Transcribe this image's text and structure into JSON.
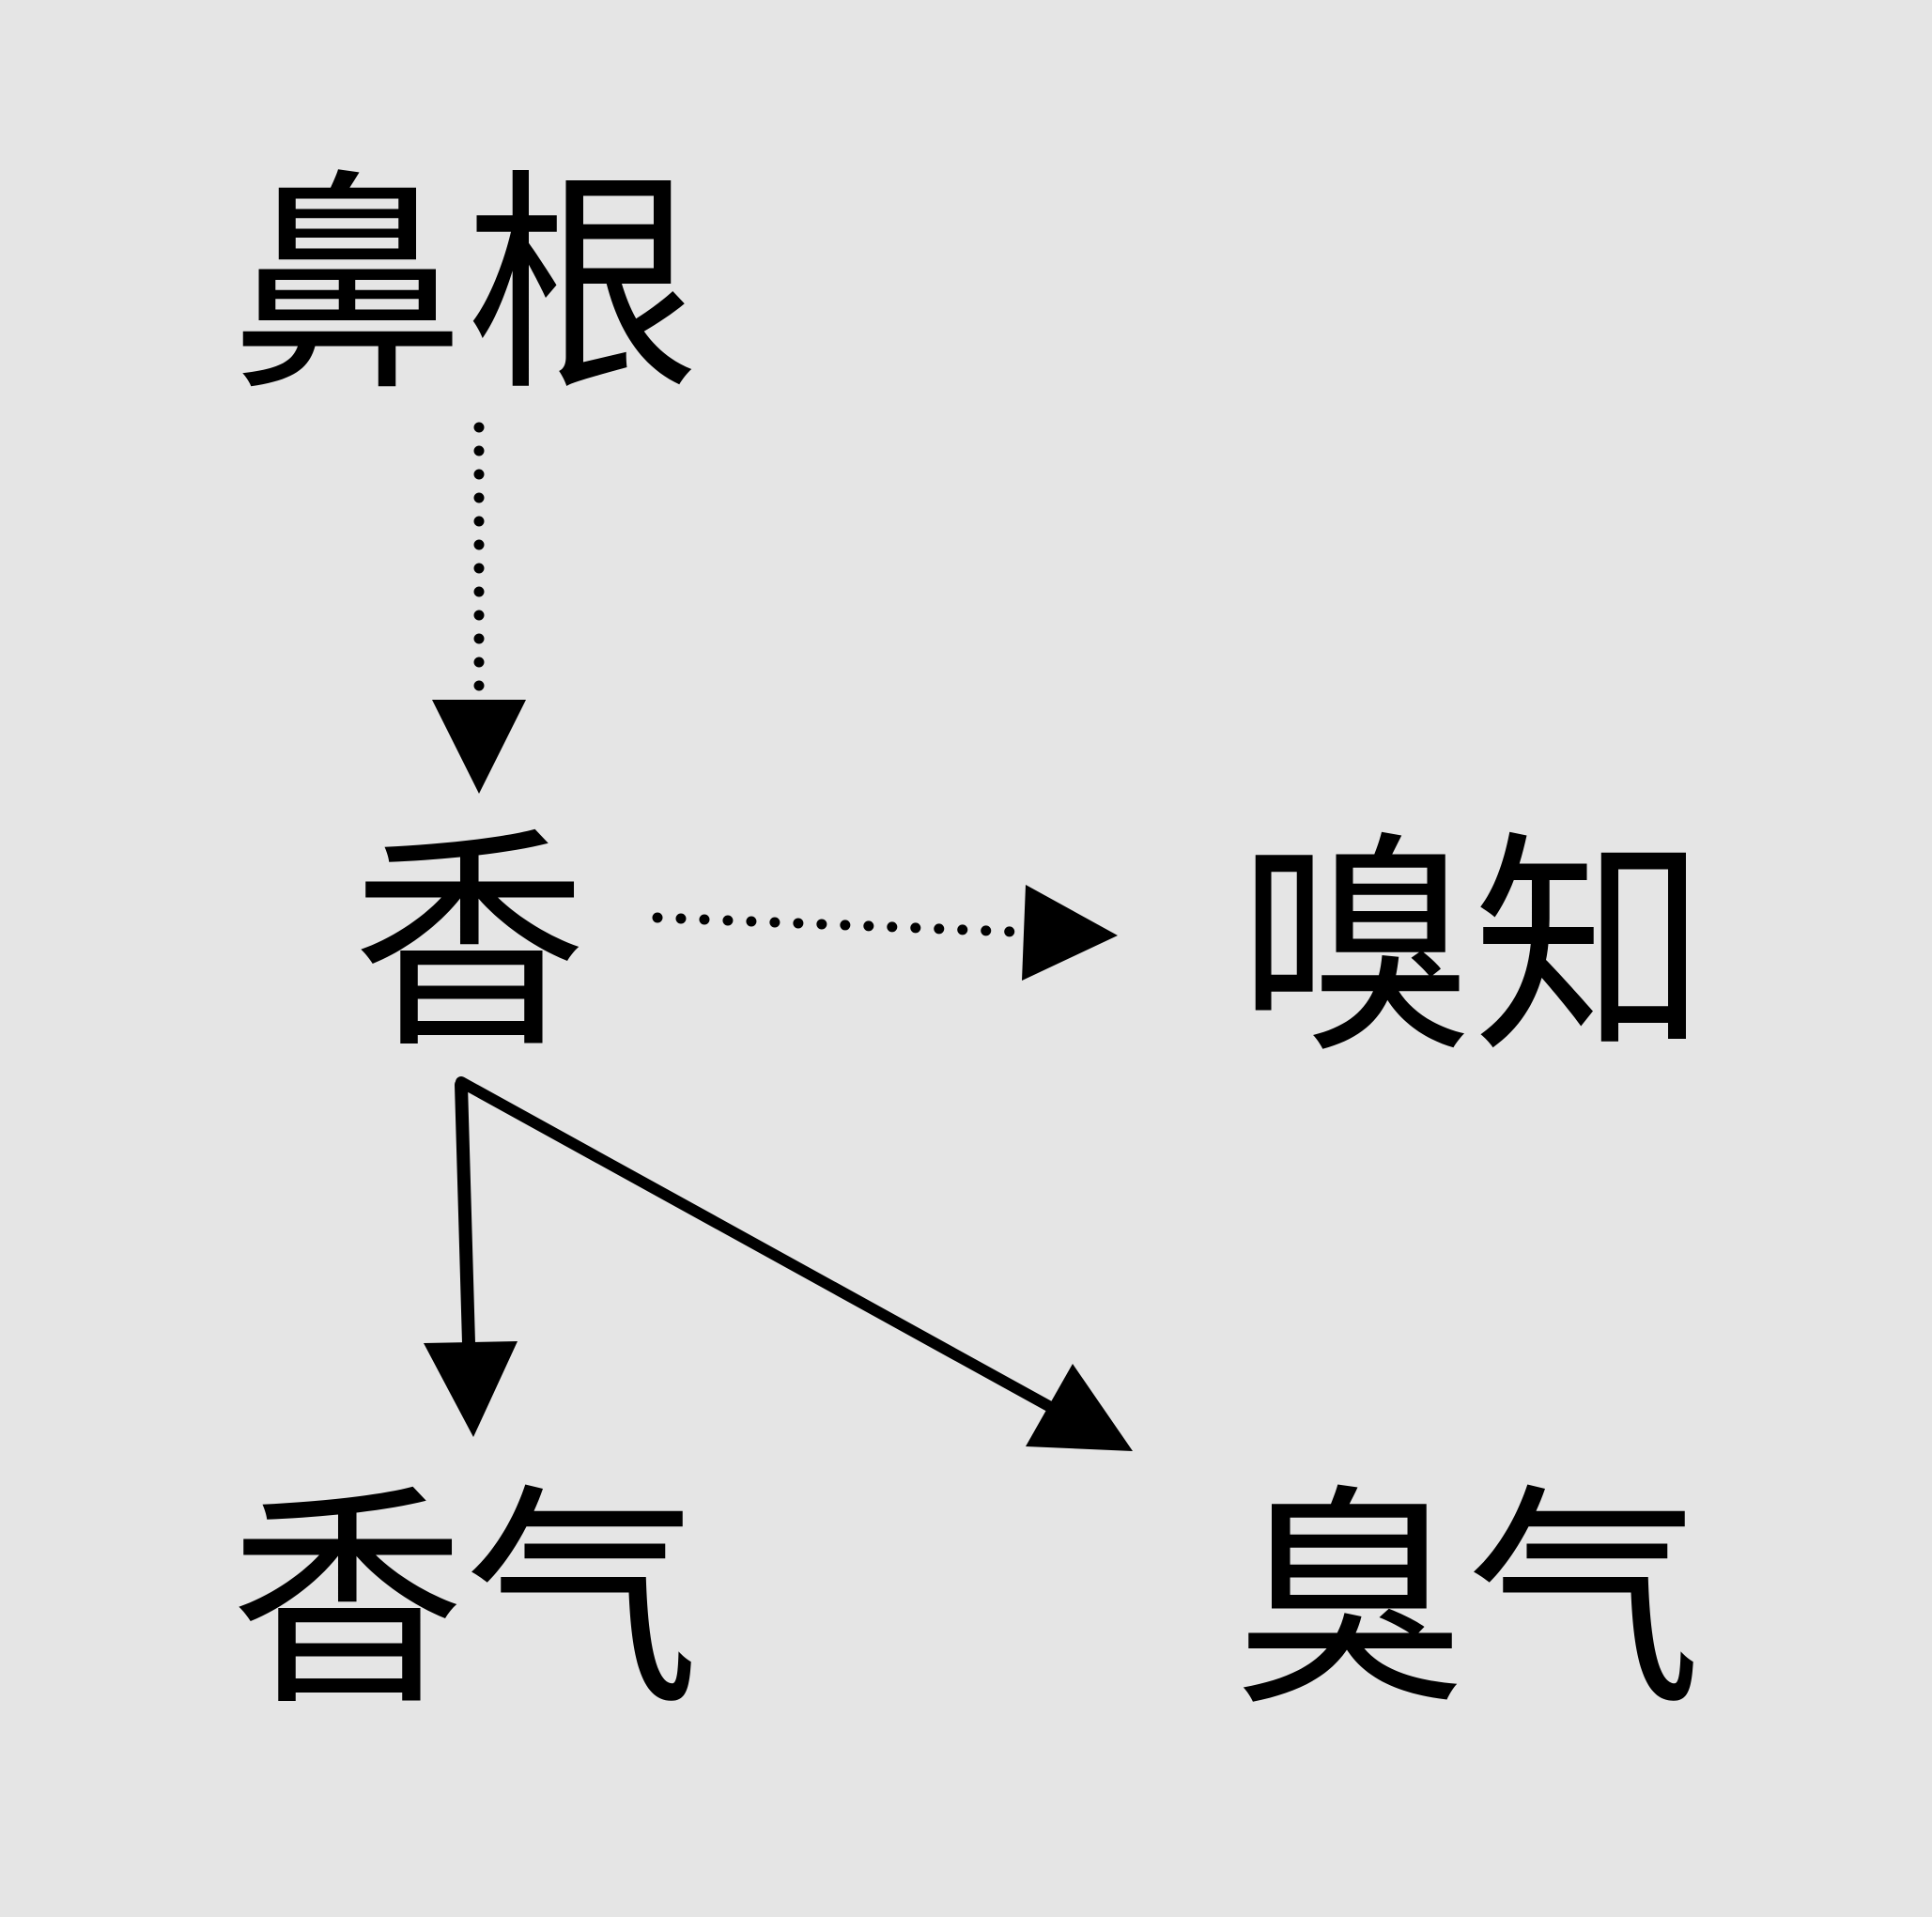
{
  "nodes": {
    "biken": "鼻根",
    "xiang": "香",
    "xiujue": "嗅知",
    "xiangqi": "香气",
    "chouqi": "臭气"
  },
  "edges": [
    {
      "from": "鼻根",
      "to": "香",
      "style": "dotted"
    },
    {
      "from": "香",
      "to": "嗅知",
      "style": "dotted"
    },
    {
      "from": "香",
      "to": "香气",
      "style": "solid"
    },
    {
      "from": "香",
      "to": "臭气",
      "style": "solid"
    }
  ],
  "colors": {
    "background": "#e5e5e5",
    "ink": "#000000"
  }
}
